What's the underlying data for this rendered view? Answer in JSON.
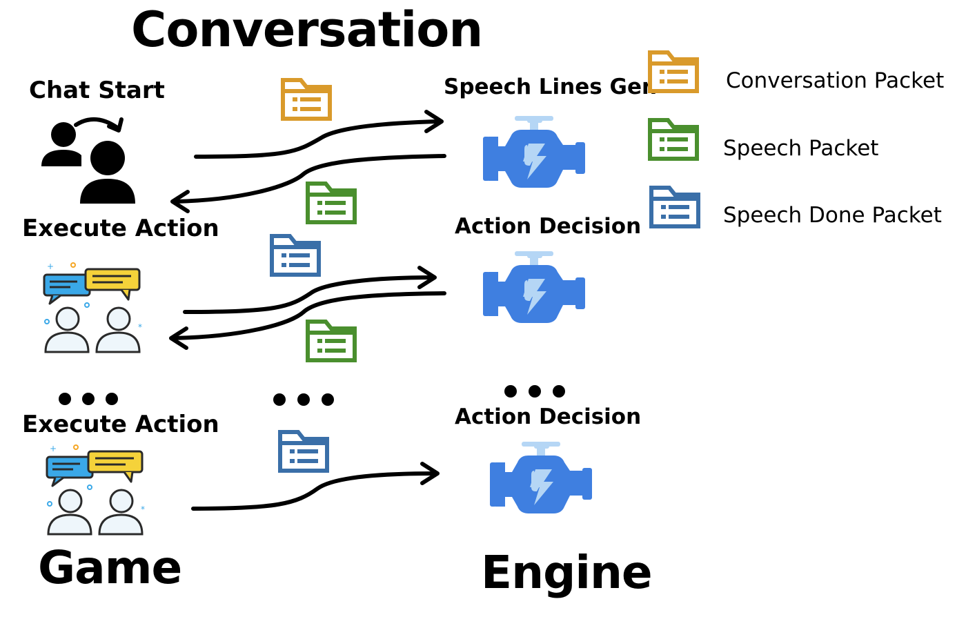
{
  "diagram": {
    "title": "Conversation",
    "left_column_title": "Game",
    "right_column_title": "Engine",
    "game_steps": {
      "chat_start": "Chat Start",
      "execute_action_1": "Execute Action",
      "execute_action_2": "Execute Action"
    },
    "engine_steps": {
      "speech_lines_gen": "Speech Lines Gen",
      "action_decision_1": "Action Decision",
      "action_decision_2": "Action Decision"
    },
    "legend": {
      "conversation_packet": "Conversation Packet",
      "speech_packet": "Speech Packet",
      "speech_done_packet": "Speech Done Packet"
    }
  },
  "colors": {
    "conversation_packet": "#d99a2b",
    "speech_packet": "#4a8f2e",
    "speech_done_packet": "#3a6fa8",
    "engine_blue": "#3f7fe0",
    "engine_light": "#b5d6f5",
    "chat_blue": "#3aa8e8",
    "chat_yellow": "#f5d23a"
  },
  "icons": {
    "packet": "folder-list-icon",
    "engine": "engine-bolt-icon",
    "users_swap": "users-swap-icon",
    "chat_users": "chat-users-icon"
  }
}
